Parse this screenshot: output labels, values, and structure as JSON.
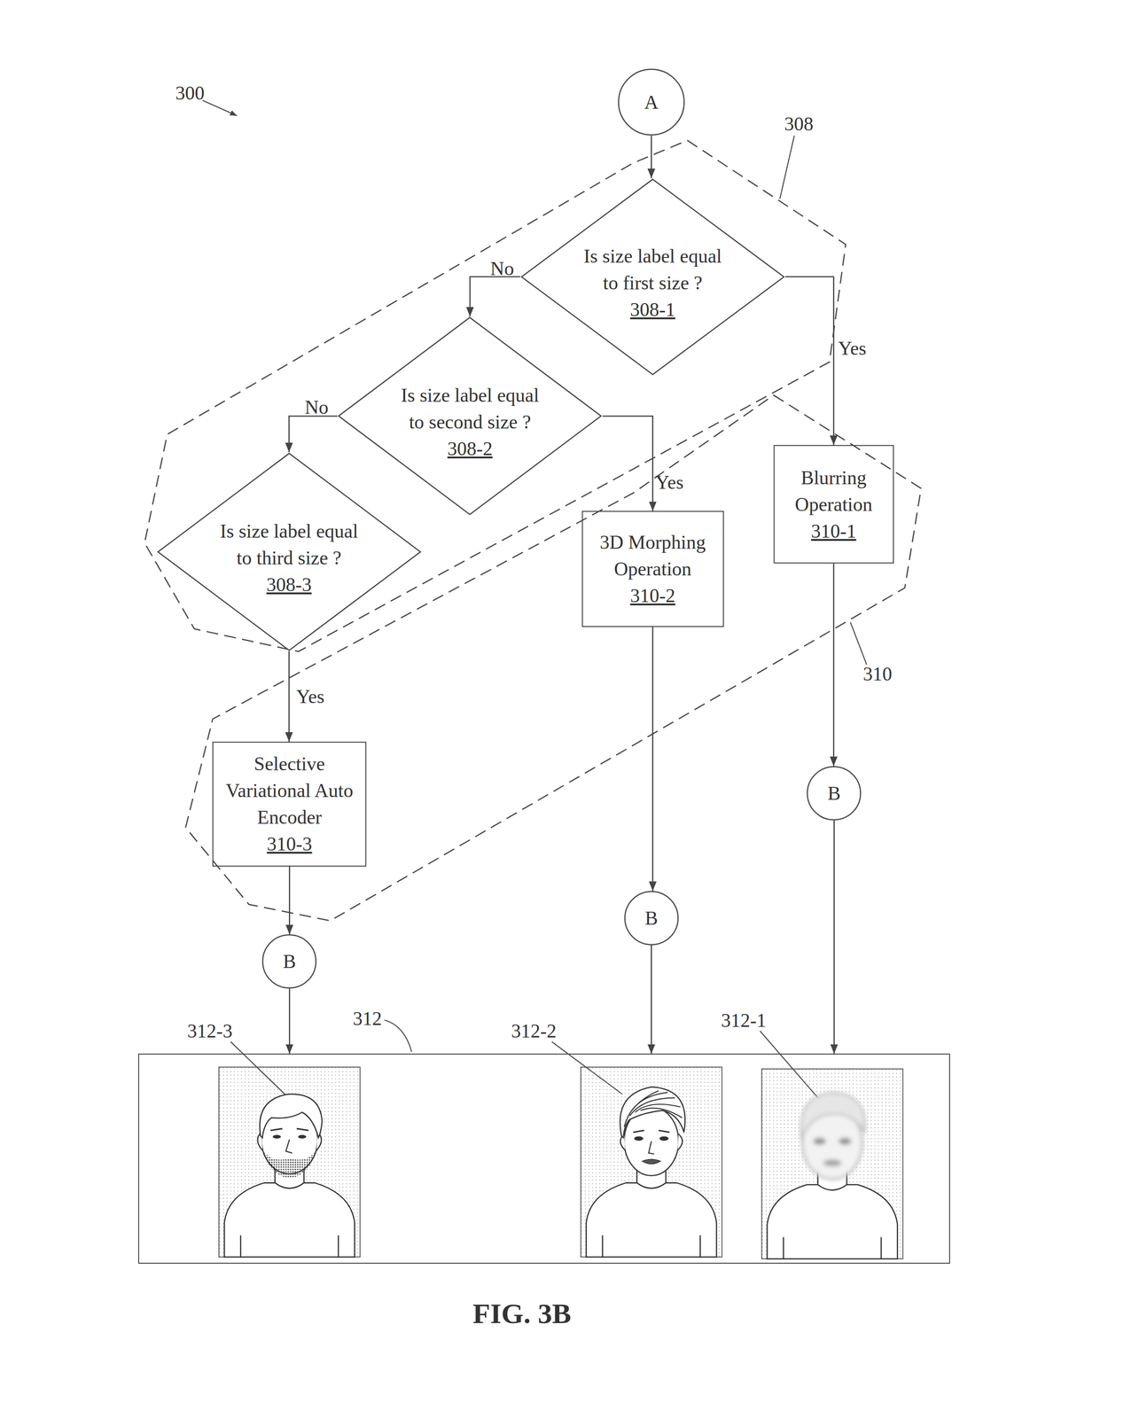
{
  "diagram": {
    "caption": "FIG. 3B",
    "nodes": [
      {
        "text": [
          "A"
        ]
      },
      {
        "text": [
          "308"
        ]
      },
      {
        "text": [
          "Is size label equal to first size ?",
          "308-1"
        ],
        "in": 1
      },
      {
        "text": [
          "Is size label equal to second size ?",
          "308-2"
        ],
        "in": 1
      },
      {
        "text": [
          "Is size label equal to third size ?",
          "308-3"
        ],
        "in": 1
      },
      {
        "text": [
          "310"
        ]
      },
      {
        "text": [
          "Blurring Operation",
          "310-1"
        ],
        "in": 5
      },
      {
        "text": [
          "3D Morphing Operation",
          "310-2"
        ],
        "in": 5
      },
      {
        "text": [
          "Selective Variational Auto Encoder",
          "310-3"
        ],
        "in": 5
      },
      {
        "text": [
          "B"
        ]
      },
      {
        "text": [
          "B"
        ]
      },
      {
        "text": [
          "B"
        ]
      },
      {
        "text": [
          "312"
        ]
      }
    ],
    "edges": [
      {
        "from": 0,
        "to": 2,
        "arrow": "to"
      },
      {
        "from": 2,
        "to": 3,
        "label": "No",
        "arrow": "to"
      },
      {
        "from": 3,
        "to": 4,
        "label": "No",
        "arrow": "to"
      },
      {
        "from": 2,
        "to": 6,
        "label": "Yes",
        "arrow": "to"
      },
      {
        "from": 3,
        "to": 7,
        "label": "Yes",
        "arrow": "to"
      },
      {
        "from": 4,
        "to": 8,
        "label": "Yes",
        "arrow": "to"
      },
      {
        "from": 8,
        "to": 9,
        "arrow": "to"
      },
      {
        "from": 7,
        "to": 10,
        "arrow": "to"
      },
      {
        "from": 6,
        "to": 11,
        "arrow": "to"
      },
      {
        "from": 9,
        "to": 12,
        "arrow": "to"
      },
      {
        "from": 10,
        "to": 12,
        "arrow": "to"
      },
      {
        "from": 11,
        "to": 12,
        "arrow": "to"
      }
    ],
    "labels": [
      "300",
      "312-3",
      "312-2",
      "312-1"
    ]
  }
}
